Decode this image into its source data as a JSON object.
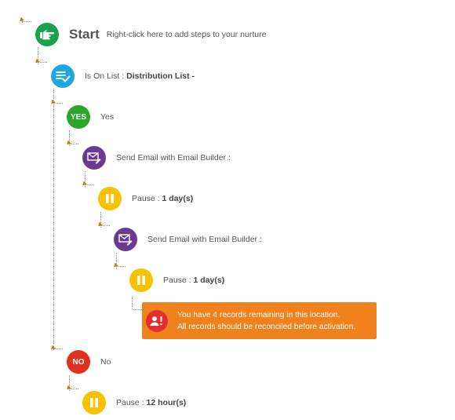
{
  "start": {
    "title": "Start",
    "hint": "Right-click here to add steps to your nurture"
  },
  "condition": {
    "label": "Is On List : ",
    "value": "Distribution List -"
  },
  "yes": {
    "badge": "YES",
    "label": "Yes"
  },
  "email1": {
    "label": "Send Email with Email Builder :"
  },
  "pause1": {
    "label": "Pause : ",
    "value": "1 day(s)"
  },
  "email2": {
    "label": "Send Email with Email Builder :"
  },
  "pause2": {
    "label": "Pause : ",
    "value": "1 day(s)"
  },
  "warning": {
    "line1": "You have 4 records remaining in this location.",
    "line2": "All records should be reconciled before activation."
  },
  "no": {
    "badge": "NO",
    "label": "No"
  },
  "pause3": {
    "label": "Pause : ",
    "value": "12 hour(s)"
  },
  "colors": {
    "start": "#1aa34a",
    "condition": "#1fa8e0",
    "yes": "#2aa52a",
    "email": "#6b3a8c",
    "pause": "#f5c300",
    "no": "#e0301e",
    "warning_bg": "#f0821e",
    "warning_icon": "#e52e2e"
  }
}
